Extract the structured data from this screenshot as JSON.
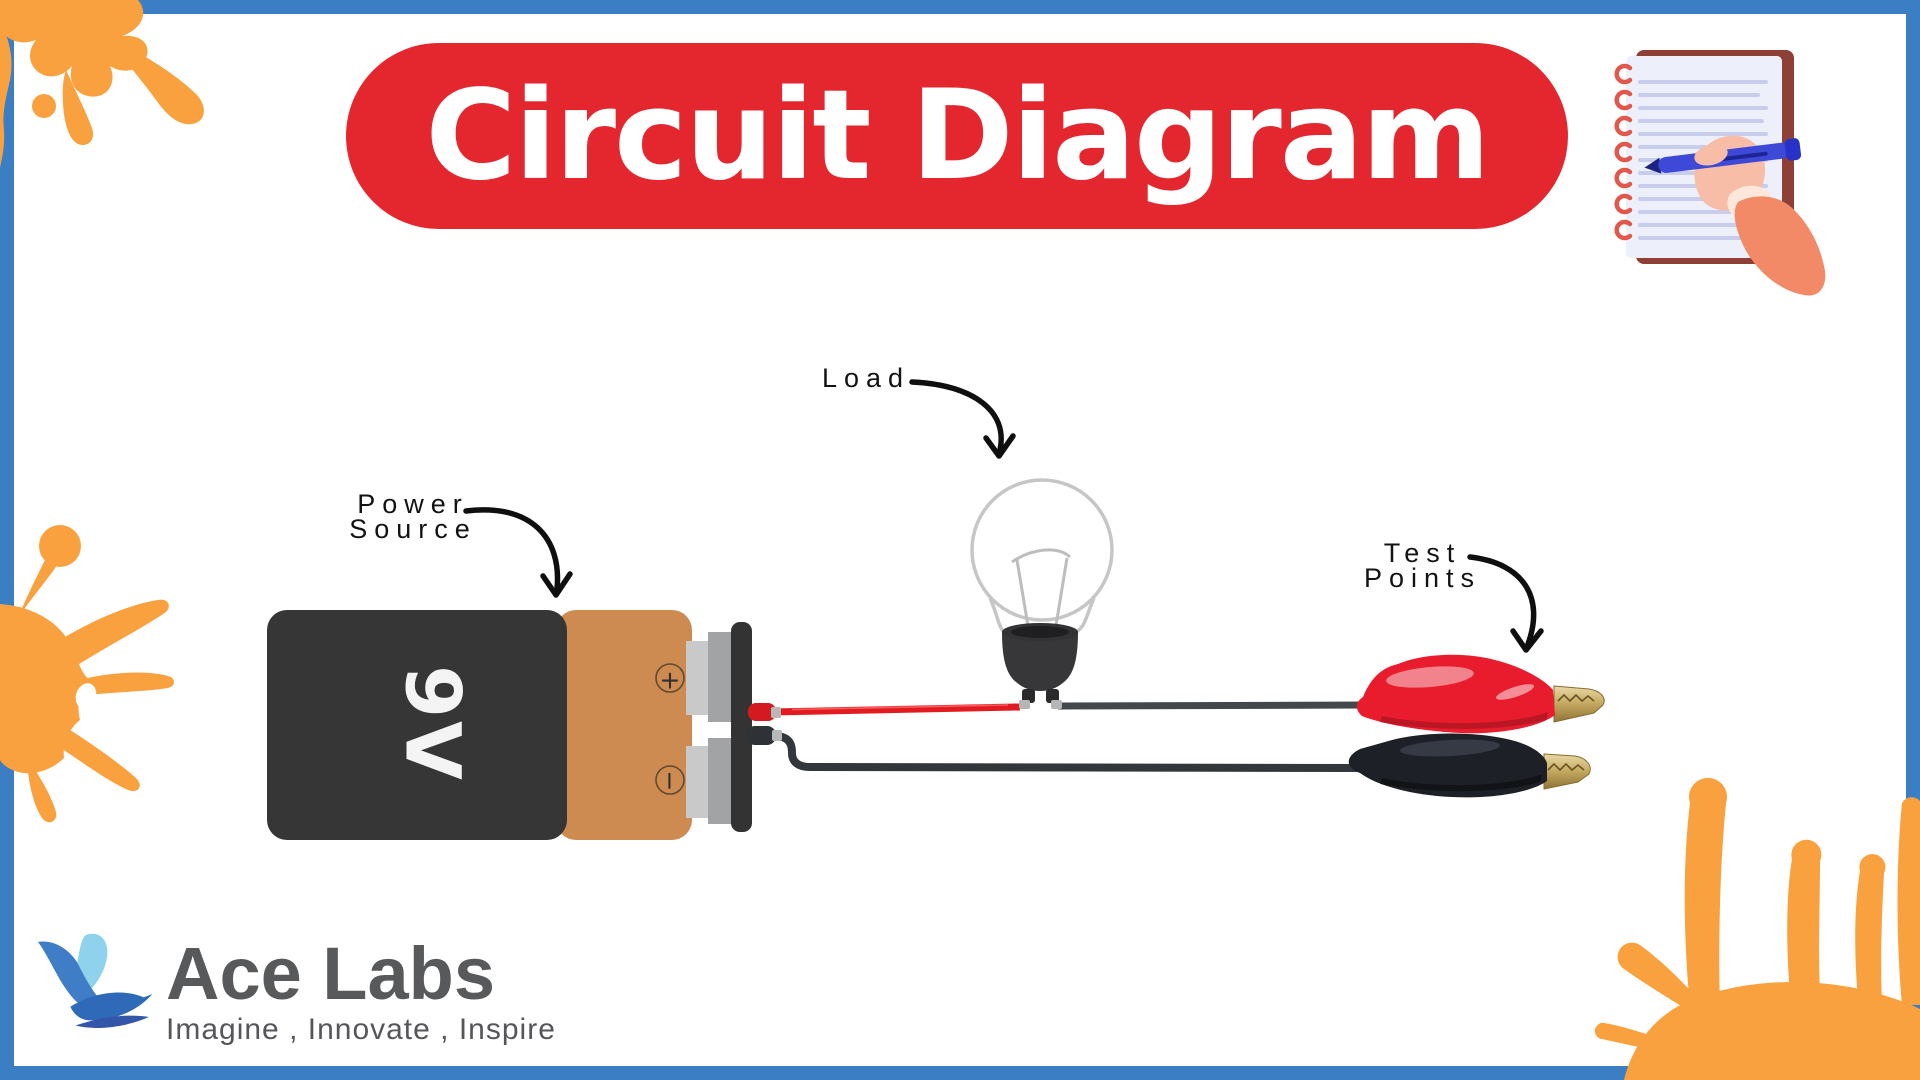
{
  "title": {
    "text": "Circuit Diagram",
    "pill_color": "#e4272e",
    "text_color": "#ffffff"
  },
  "labels": {
    "power_source": {
      "line1": "Power",
      "line2": "Source"
    },
    "load": "Load",
    "test_points": {
      "line1": "Test",
      "line2": "Points"
    }
  },
  "battery": {
    "voltage": "9V",
    "plus": "+",
    "minus": "−"
  },
  "logo": {
    "name": "Ace Labs",
    "tagline": "Imagine , Innovate , Inspire"
  },
  "colors": {
    "frame_border": "#3b7ec4",
    "paint_splatter": "#f9a13e",
    "battery_body": "#363636",
    "battery_wrap": "#cd8b52",
    "red_wire": "#e31b20",
    "black_wire": "#33373c",
    "red_clip": "#e81c2c",
    "black_clip": "#1d2127"
  }
}
